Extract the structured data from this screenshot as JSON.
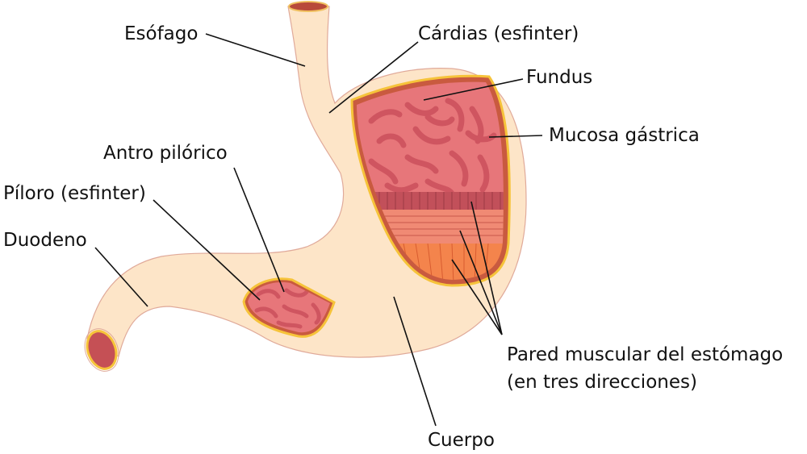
{
  "title": "Estómago",
  "labels": {
    "esofago": "Esófago",
    "cardias": "Cárdias (esfinter)",
    "fundus": "Fundus",
    "mucosa": "Mucosa gástrica",
    "antro": "Antro pilórico",
    "piloro": "Píloro (esfinter)",
    "duodeno": "Duodeno",
    "pared_line1": "Pared muscular del estómago",
    "pared_line2": "(en tres direcciones)",
    "cuerpo": "Cuerpo"
  },
  "colors": {
    "tissue": "#fde5c8",
    "mucosa": "#e7767a",
    "fold": "#cf5560",
    "muscle_dark": "#c2505a",
    "muscle_mid": "#f08a74",
    "muscle_orange": "#f4844c",
    "rim": "#f6c33a"
  }
}
